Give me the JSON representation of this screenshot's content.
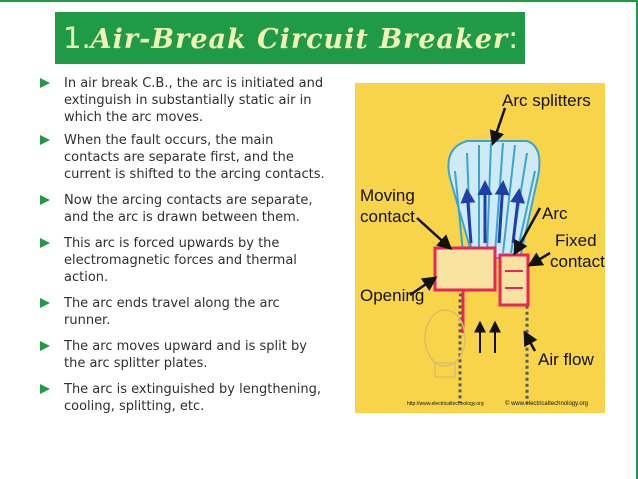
{
  "slide": {
    "title": {
      "number": "1.",
      "text": "Air-Break Circuit Breaker",
      "colon": ":"
    },
    "bullets": [
      "In air break C.B., the arc is initiated and extinguish in substantially static air in which the arc moves.",
      "When the fault occurs, the main contacts are separate first, and the current is shifted to the arcing contacts.",
      " Now the arcing contacts are separate, and the arc is drawn between them.",
      " This arc is forced upwards by the electromagnetic forces and thermal action.",
      " The arc ends travel along the arc runner.",
      "The arc moves upward and is split by the arc splitter plates.",
      "The arc is extinguished by lengthening, cooling, splitting, etc."
    ],
    "figure": {
      "labels": {
        "arc_splitters": "Arc splitters",
        "moving_contact_1": "Moving",
        "moving_contact_2": "contact",
        "arc": "Arc",
        "fixed_contact_1": "Fixed",
        "fixed_contact_2": "contact",
        "opening": "Opening",
        "air_flow": "Air flow"
      },
      "watermark": "© www.electricaltechnology.org",
      "watermark_small": "http://www.electricaltechnology.org"
    }
  },
  "colors": {
    "accent_green": "#1f9a47",
    "title_text": "#f3f1b3",
    "figure_background": "#f8d44a",
    "contact_red": "#e8265a",
    "arrow_blue": "#1e3fa8"
  }
}
